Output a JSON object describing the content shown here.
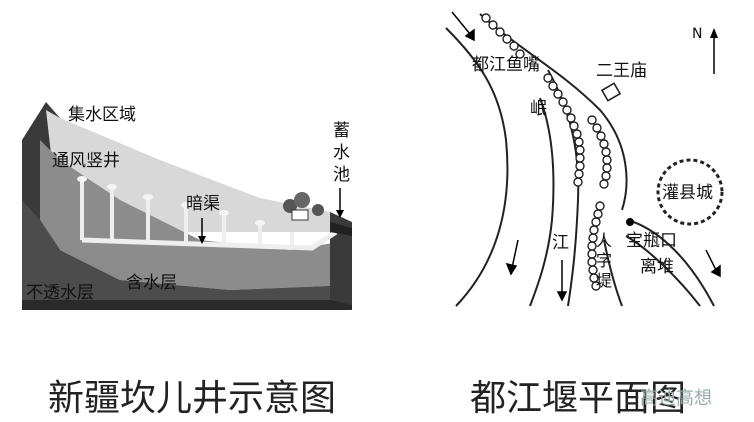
{
  "left": {
    "caption": "新疆坎儿井示意图",
    "labels": {
      "catchment": "集水区域",
      "shaft": "通风竖井",
      "channel": "暗渠",
      "reservoir": "蓄水池",
      "aquifer": "含水层",
      "impervious": "不透水层"
    }
  },
  "right": {
    "caption": "都江堰平面图",
    "labels": {
      "north": "N",
      "fish_mouth": "都江鱼嘴",
      "min": "岷",
      "jiang": "江",
      "temple": "二王庙",
      "city": "灌县城",
      "bottleneck": "宝瓶口",
      "dike": "人字堤",
      "lidui": "离堆"
    }
  },
  "watermark": "高迪高想"
}
